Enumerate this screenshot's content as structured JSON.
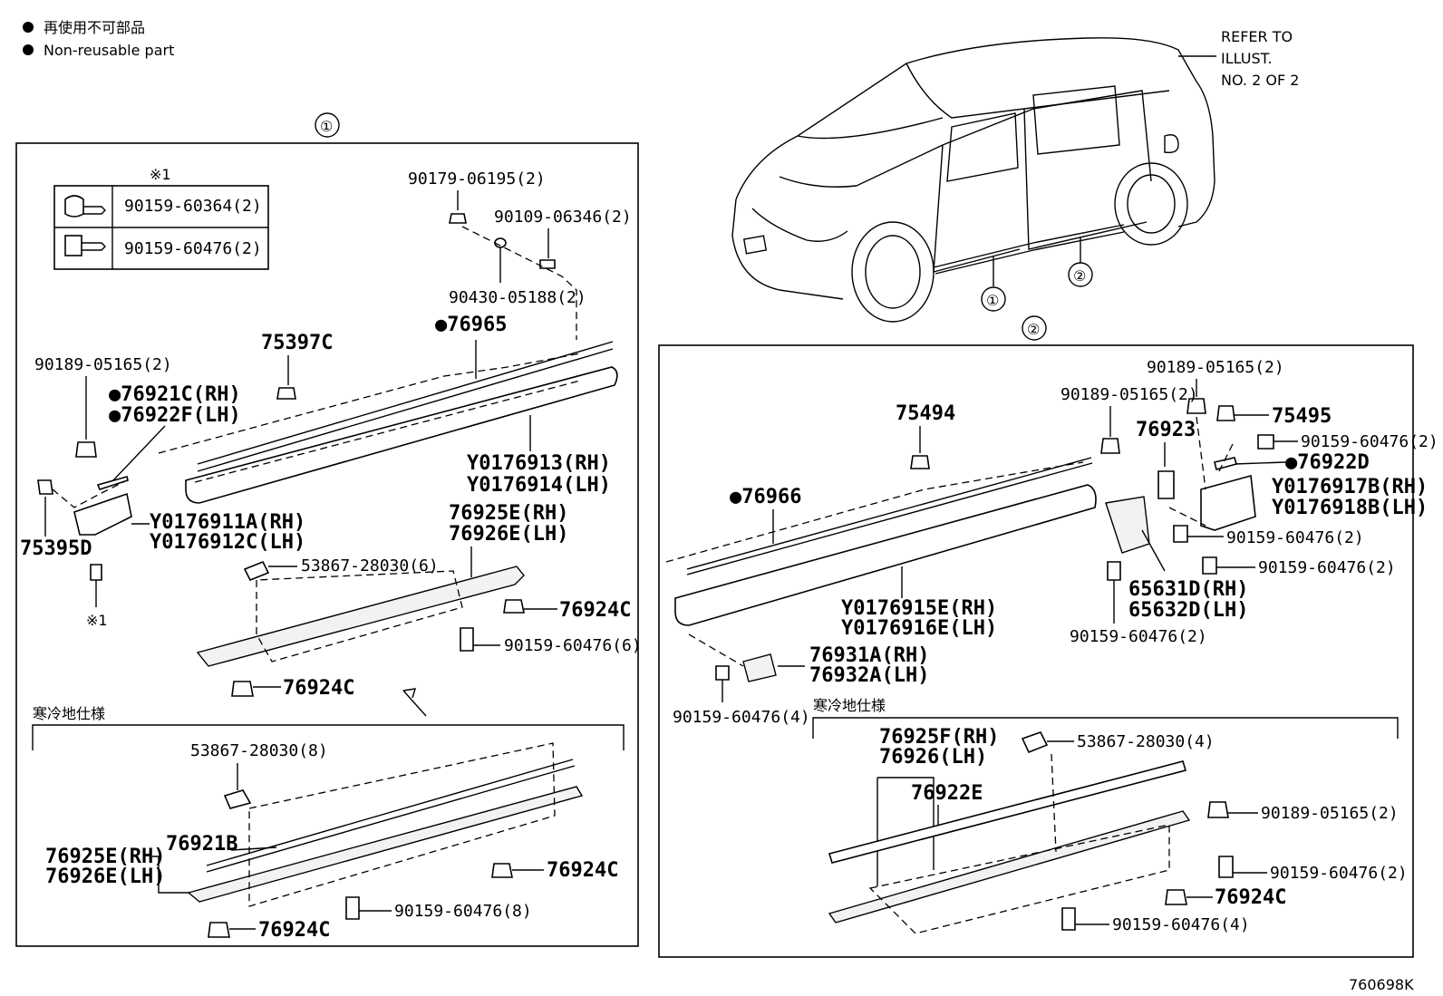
{
  "legend": {
    "jp": "再使用不可部品",
    "en": "Non-reusable part"
  },
  "refer": {
    "line1": "REFER TO",
    "line2": "ILLUST.",
    "line3": "NO. 2 OF 2"
  },
  "diagram_id": "760698K",
  "section1": {
    "marker": "①",
    "table_note": "※1",
    "table_rows": [
      "90159-60364(2)",
      "90159-60476(2)"
    ],
    "cold_spec": "寒冷地仕様",
    "labels": {
      "p90179": "90179-06195(2)",
      "p90109": "90109-06346(2)",
      "p90430": "90430-05188(2)",
      "p76965": "●76965",
      "p75397": "75397C",
      "p90189": "90189-05165(2)",
      "p76921c": "●76921C(RH)",
      "p76922f": "●76922F(LH)",
      "pY913": "Y0176913(RH)",
      "pY914": "Y0176914(LH)",
      "pY911": "Y0176911A(RH)",
      "pY912": "Y0176912C(LH)",
      "p75395": "75395D",
      "note1": "※1",
      "p76925e": "76925E(RH)",
      "p76926e": "76926E(LH)",
      "p53867": "53867-28030(6)",
      "p76924c_a": "76924C",
      "p90159_6": "90159-60476(6)",
      "p76924c_b": "76924C",
      "c53867": "53867-28030(8)",
      "c76921b": "76921B",
      "c76925e": "76925E(RH)",
      "c76926e": "76926E(LH)",
      "c76924c_a": "76924C",
      "c90159": "90159-60476(8)",
      "c76924c_b": "76924C"
    }
  },
  "section2": {
    "marker": "②",
    "cold_spec": "寒冷地仕様",
    "labels": {
      "p90189a": "90189-05165(2)",
      "p90189b": "90189-05165(2)",
      "p75494": "75494",
      "p75495": "75495",
      "p76923": "76923",
      "p90159a": "90159-60476(2)",
      "p76922d": "●76922D",
      "pY917": "Y0176917B(RH)",
      "pY918": "Y0176918B(LH)",
      "p76966": "●76966",
      "p90159b": "90159-60476(2)",
      "p90159c": "90159-60476(2)",
      "pY915": "Y0176915E(RH)",
      "pY916": "Y0176916E(LH)",
      "p65631": "65631D(RH)",
      "p65632": "65632D(LH)",
      "p90159d": "90159-60476(2)",
      "p76931": "76931A(RH)",
      "p76932": "76932A(LH)",
      "p90159e": "90159-60476(4)",
      "c76925f": "76925F(RH)",
      "c76926": "76926(LH)",
      "c53867": "53867-28030(4)",
      "c76922e": "76922E",
      "c90189": "90189-05165(2)",
      "c90159a": "90159-60476(2)",
      "c76924c": "76924C",
      "c90159b": "90159-60476(4)"
    }
  },
  "car": {
    "marker1": "①",
    "marker2": "②"
  }
}
